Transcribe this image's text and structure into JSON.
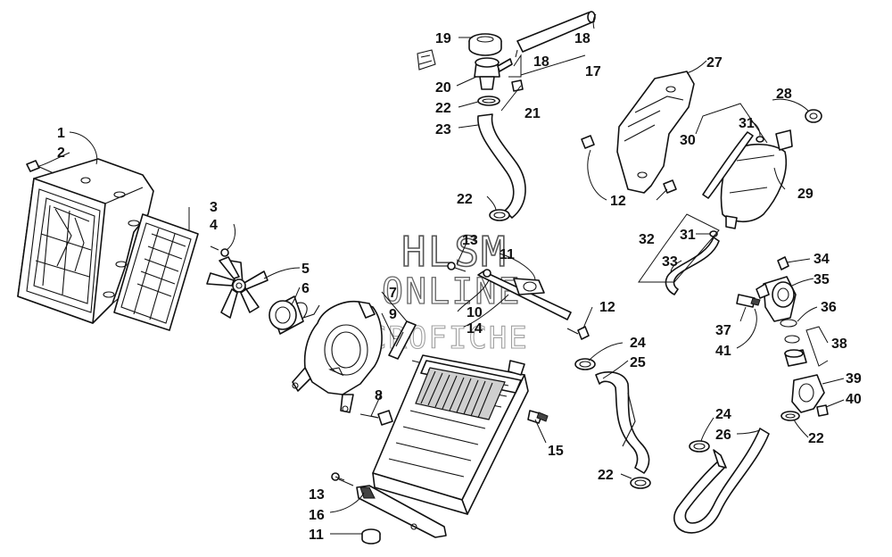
{
  "watermark": {
    "line1": "HLSM",
    "line2": "ONLINE",
    "line3": "MICROFICHE"
  },
  "callouts": [
    "1",
    "2",
    "3",
    "4",
    "5",
    "6",
    "7",
    "8",
    "9",
    "10",
    "11",
    "11",
    "12",
    "12",
    "13",
    "13",
    "14",
    "15",
    "16",
    "17",
    "18",
    "18",
    "19",
    "20",
    "21",
    "22",
    "22",
    "22",
    "22",
    "23",
    "24",
    "24",
    "25",
    "26",
    "27",
    "28",
    "29",
    "30",
    "31",
    "31",
    "32",
    "33",
    "34",
    "35",
    "36",
    "37",
    "38",
    "39",
    "40",
    "41"
  ]
}
